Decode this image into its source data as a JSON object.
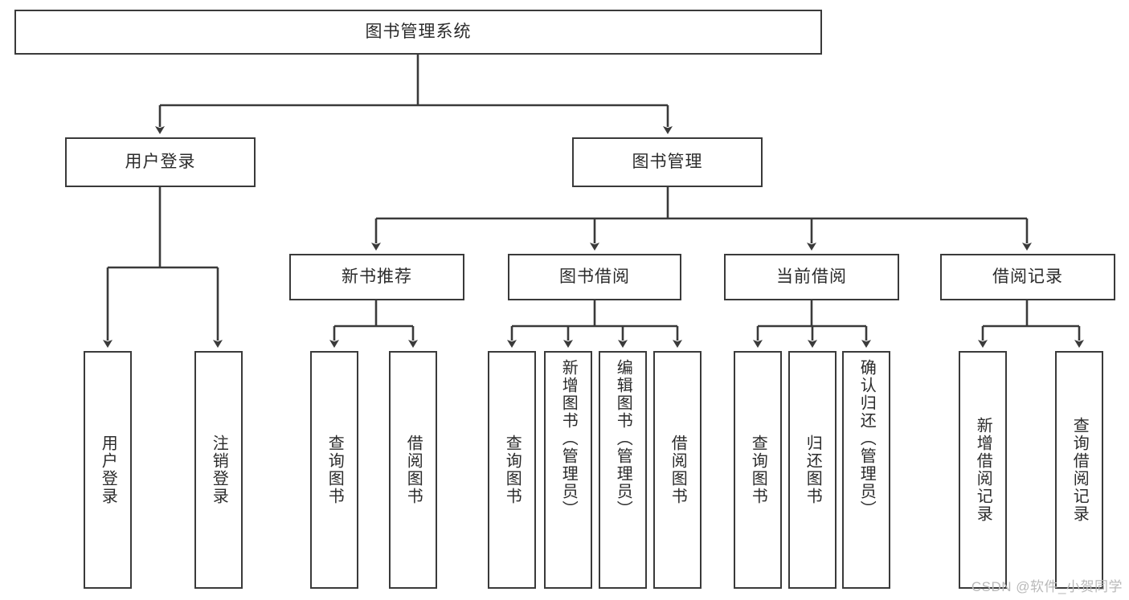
{
  "diagram": {
    "title": "图书管理系统",
    "type": "hierarchy-tree",
    "watermark": "CSDN @软件_小贺同学",
    "colors": {
      "box_border": "#3a3a3a",
      "box_fill": "#ffffff",
      "text": "#2b2b2b",
      "connector": "#3a3a3a",
      "watermark": "#b9b9b9",
      "background": "#ffffff"
    },
    "root": {
      "label": "图书管理系统"
    },
    "level1": [
      {
        "label": "用户登录"
      },
      {
        "label": "图书管理"
      }
    ],
    "level2": [
      {
        "label": "新书推荐"
      },
      {
        "label": "图书借阅"
      },
      {
        "label": "当前借阅"
      },
      {
        "label": "借阅记录"
      }
    ],
    "leaves": {
      "user_login": [
        {
          "label": "用户登录"
        },
        {
          "label": "注销登录"
        }
      ],
      "new_book_recommend": [
        {
          "label": "查询图书"
        },
        {
          "label": "借阅图书"
        }
      ],
      "book_borrow": [
        {
          "label": "查询图书"
        },
        {
          "label": "新增图书（管理员）"
        },
        {
          "label": "编辑图书（管理员）"
        },
        {
          "label": "借阅图书"
        }
      ],
      "current_borrow": [
        {
          "label": "查询图书"
        },
        {
          "label": "归还图书"
        },
        {
          "label": "确认归还（管理员）"
        }
      ],
      "borrow_record": [
        {
          "label": "新增借阅记录"
        },
        {
          "label": "查询借阅记录"
        }
      ]
    }
  }
}
